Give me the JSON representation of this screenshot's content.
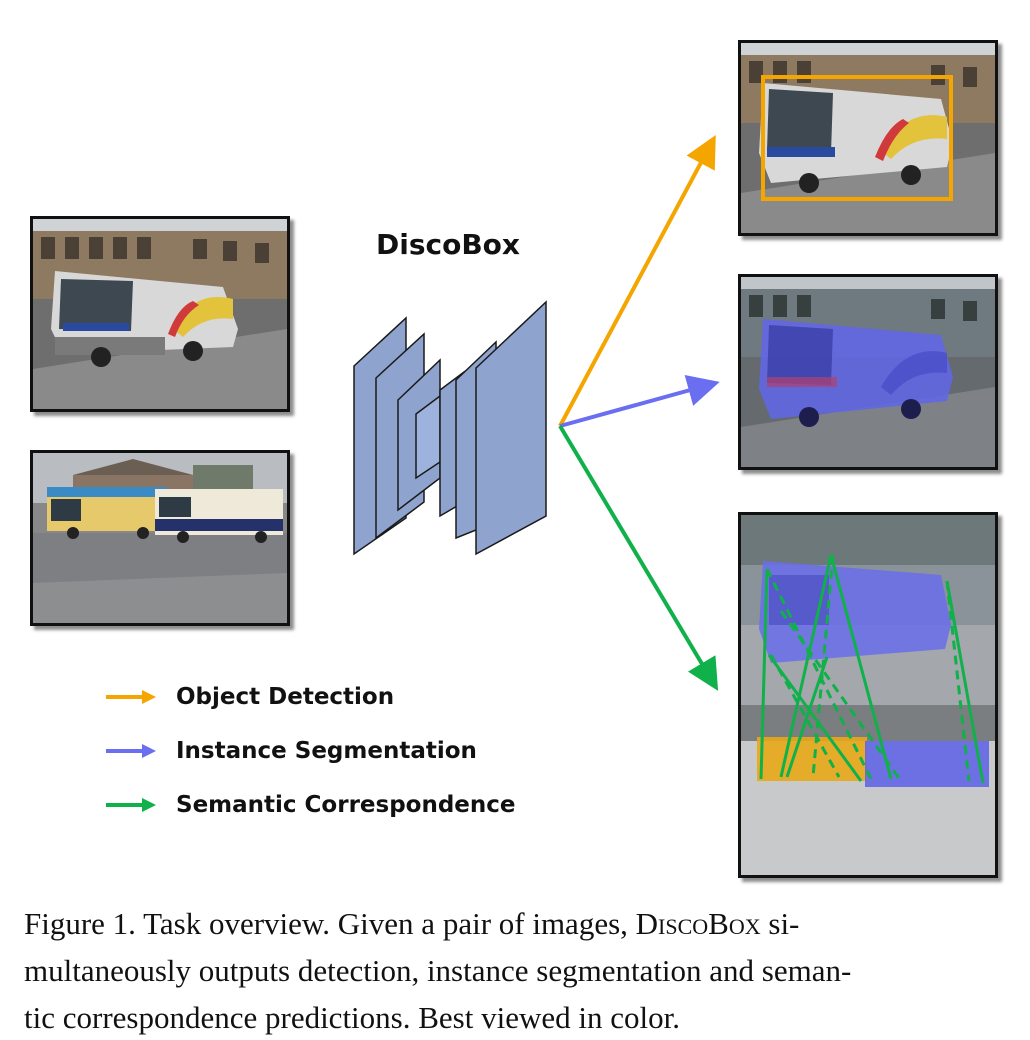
{
  "model": {
    "title": "DiscoBox"
  },
  "legend": [
    {
      "label": "Object Detection",
      "color": "#f5a500"
    },
    {
      "label": "Instance Segmentation",
      "color": "#6a6ef0"
    },
    {
      "label": "Semantic Correspondence",
      "color": "#10b04a"
    }
  ],
  "caption": {
    "line1_a": "Figure 1. Task overview. Given a pair of images, ",
    "line1_sc": "DiscoBox",
    "line1_b": " si-",
    "line2": "multaneously outputs detection, instance segmentation and seman-",
    "line3": "tic correspondence predictions. Best viewed in color."
  },
  "colors": {
    "detection": "#f5a500",
    "segmentation": "#6a6ef0",
    "correspondence": "#10b04a",
    "network_block": "#8fa3cf"
  }
}
